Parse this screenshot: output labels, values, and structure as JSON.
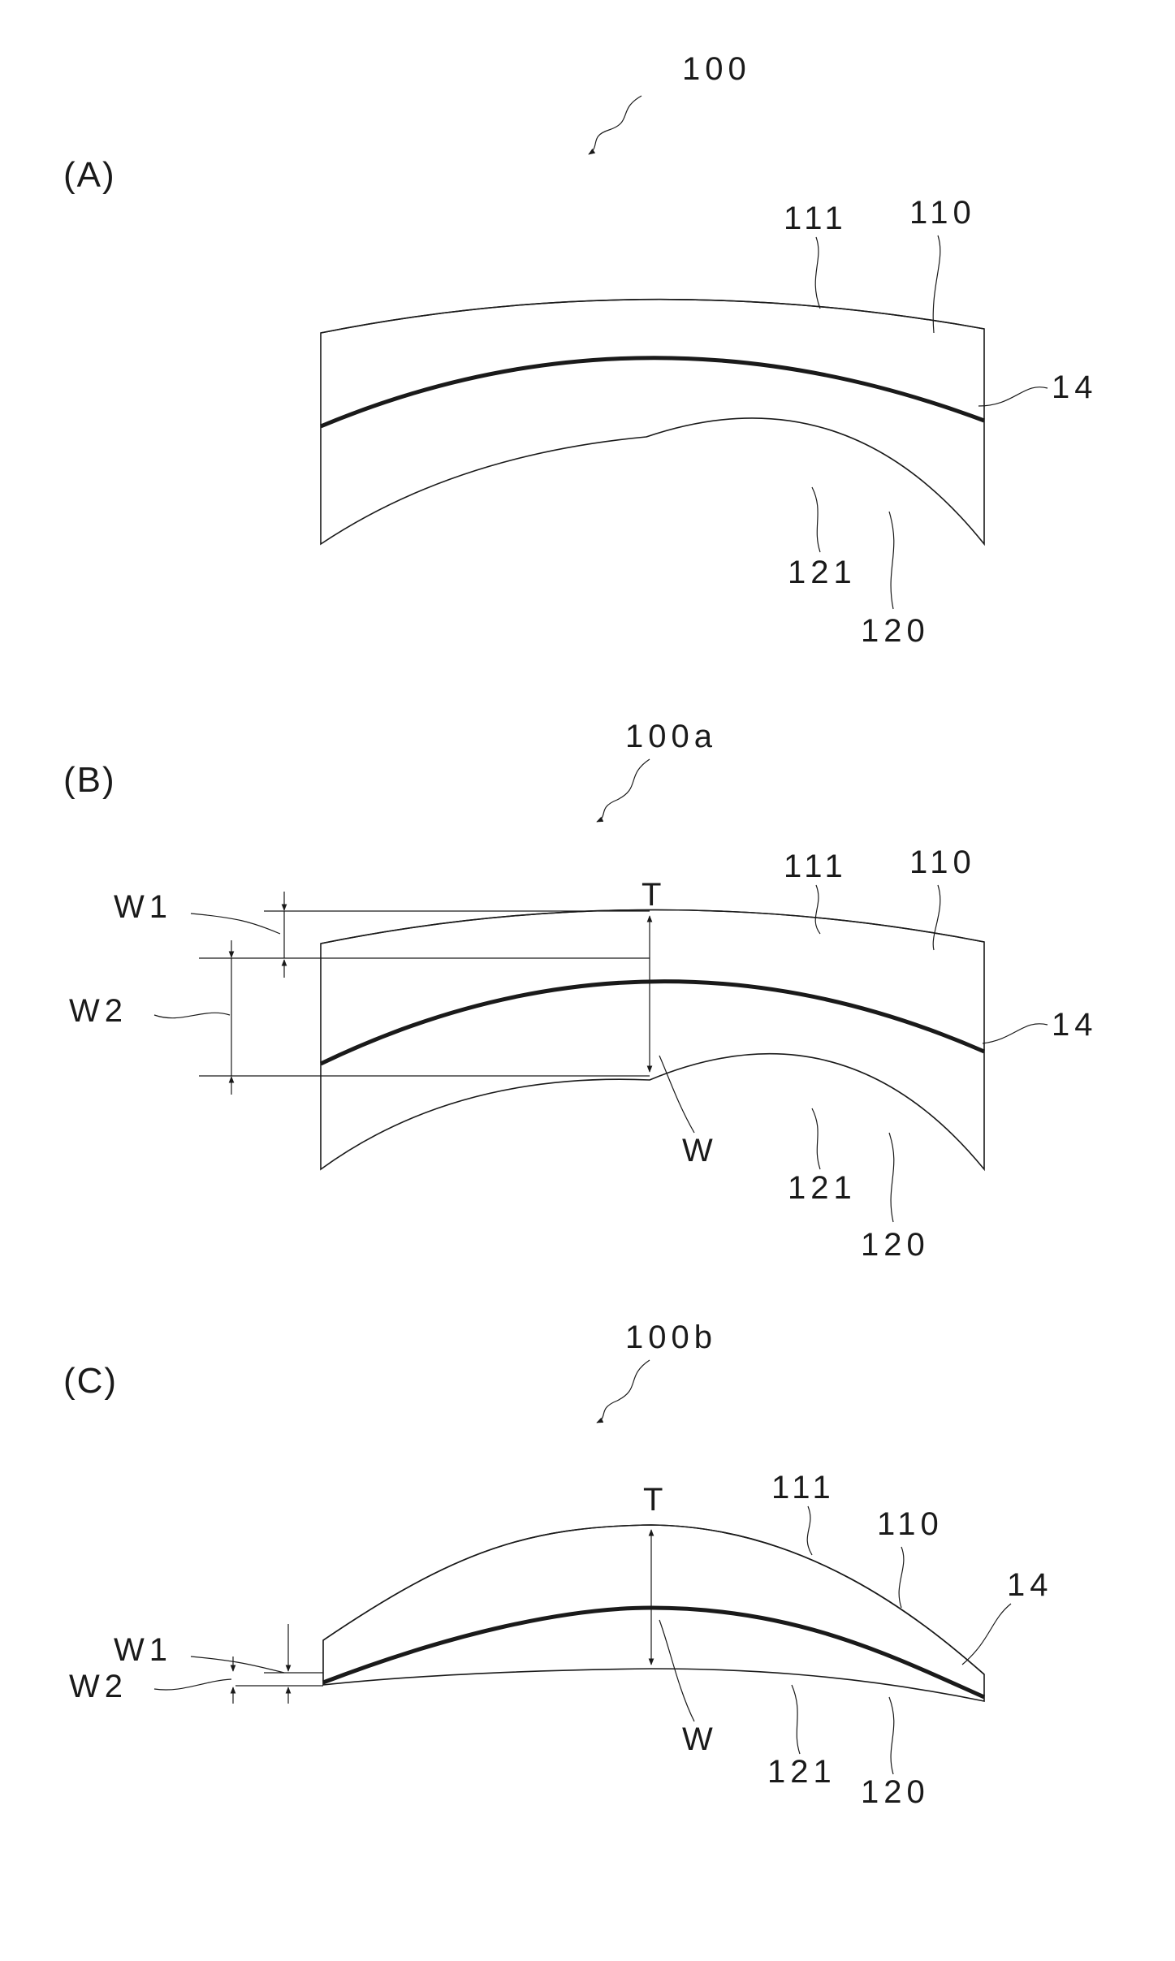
{
  "figures": [
    {
      "panel": "(A)",
      "ref": "100",
      "labels": {
        "a111": "111",
        "a110": "110",
        "a14": "14",
        "a121": "121",
        "a120": "120"
      }
    },
    {
      "panel": "(B)",
      "ref": "100a",
      "labels": {
        "a111": "111",
        "a110": "110",
        "a14": "14",
        "a121": "121",
        "a120": "120",
        "T": "T",
        "W": "W",
        "W1": "W1",
        "W2": "W2"
      }
    },
    {
      "panel": "(C)",
      "ref": "100b",
      "labels": {
        "a111": "111",
        "a110": "110",
        "a14": "14",
        "a121": "121",
        "a120": "120",
        "T": "T",
        "W": "W",
        "W1": "W1",
        "W2": "W2"
      }
    }
  ]
}
